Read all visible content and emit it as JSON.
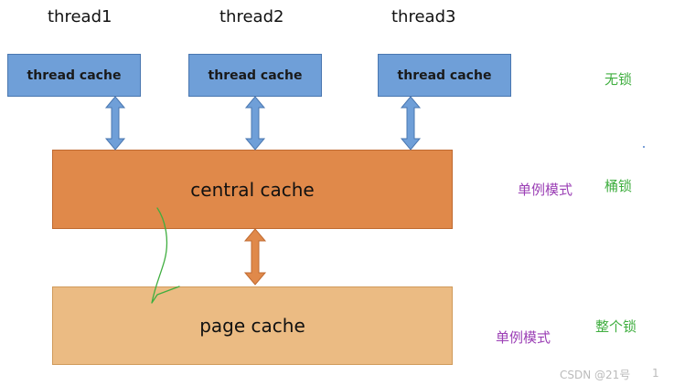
{
  "threads": [
    "thread1",
    "thread2",
    "thread3"
  ],
  "thread_cache_label": "thread cache",
  "central_cache_label": "central cache",
  "page_cache_label": "page cache",
  "notes": {
    "lock_free": "无锁",
    "singleton_central": "单例模式",
    "bucket_lock": "桶锁",
    "singleton_page": "单例模式",
    "whole_lock": "整个锁"
  },
  "watermark": "CSDN @21号",
  "watermark_suffix": "1",
  "colors": {
    "thread_cache_fill": "#6f9fd8",
    "central_cache_fill": "#e0894a",
    "page_cache_fill": "#ebbb83",
    "blue_arrow": "#6f9fd8",
    "orange_arrow": "#e0894a",
    "purple_note": "#9b3fb5",
    "green_note": "#3fae3f"
  }
}
